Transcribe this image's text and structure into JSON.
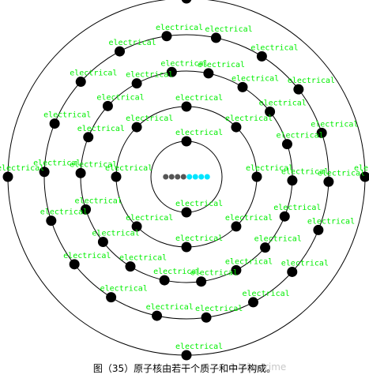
{
  "diagram": {
    "electron_label": "electrical",
    "shell_electron_counts": [
      2,
      8,
      18,
      18,
      4
    ],
    "nucleus": {
      "protons": 4,
      "neutrons": 4
    },
    "colors": {
      "label": "#00ee00",
      "electron": "#000000",
      "orbit": "#000000",
      "neutron": "#555555",
      "proton": "#00e5ff"
    }
  },
  "caption": "图（35）原子核由若干个质子和中子构成。",
  "watermark": "/alphaprime"
}
